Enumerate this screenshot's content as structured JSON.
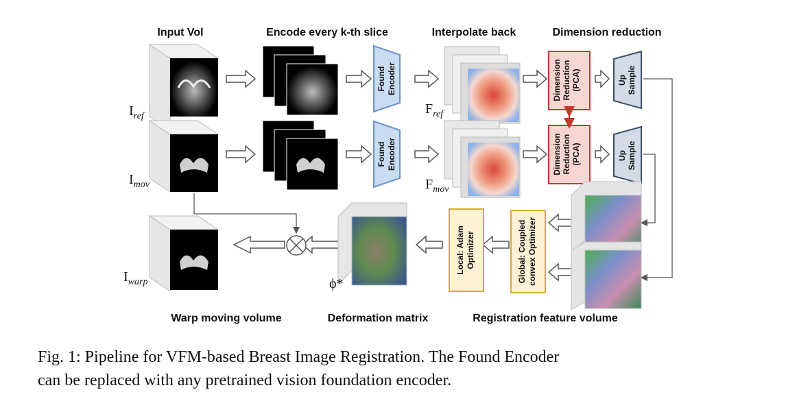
{
  "headers": {
    "input_vol": "Input Vol",
    "encode": "Encode every k-th slice",
    "interpolate": "Interpolate back",
    "dimension": "Dimension reduction",
    "warp": "Warp moving volume",
    "deformation": "Deformation matrix",
    "registration": "Registration feature volume"
  },
  "labels": {
    "i_ref": {
      "base": "I",
      "sub": "ref"
    },
    "i_mov": {
      "base": "I",
      "sub": "mov"
    },
    "i_warp": {
      "base": "I",
      "sub": "warp"
    },
    "f_ref": {
      "base": "F",
      "sub": "ref"
    },
    "f_mov": {
      "base": "F",
      "sub": "mov"
    },
    "phi": "ϕ*"
  },
  "boxes": {
    "found_encoder": [
      "Found",
      "Encoder"
    ],
    "pca": [
      "Dimension",
      "Reduction",
      "(PCA)"
    ],
    "up_sample": [
      "Up",
      "Sample"
    ],
    "local_opt": [
      "Local: Adam",
      "Optimizer"
    ],
    "global_opt": [
      "Global: Coupled",
      "convex Optimizer"
    ]
  },
  "colors": {
    "encoder_fill": "#c9dcf2",
    "encoder_stroke": "#6b93c9",
    "pca_fill": "#f7d6d2",
    "pca_stroke": "#b8413a",
    "upsample_fill": "#d4dbe6",
    "upsample_stroke": "#3b5269",
    "optimizer_fill": "#fdf1d6",
    "optimizer_stroke": "#d9a93a",
    "link_arrow": "#c0392b"
  },
  "caption": {
    "lines": [
      "Fig. 1: Pipeline for VFM-based Breast Image Registration. The Found Encoder",
      "can be replaced with any pretrained vision foundation encoder."
    ]
  }
}
